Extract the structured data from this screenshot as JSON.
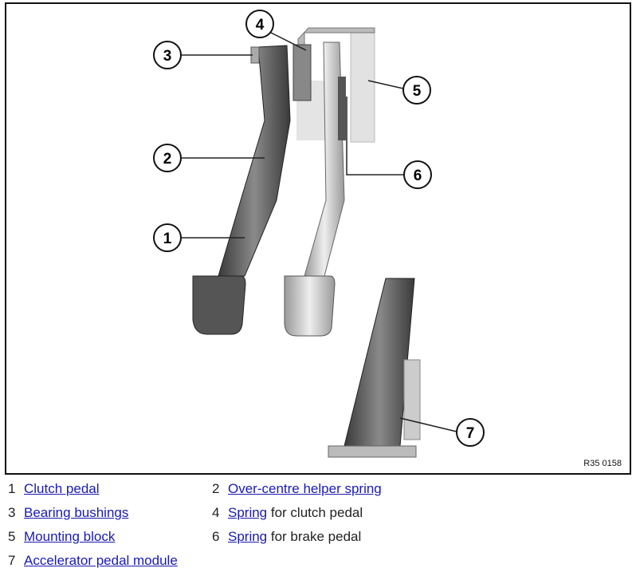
{
  "figure": {
    "reference": "R35 0158",
    "callouts": [
      "1",
      "2",
      "3",
      "4",
      "5",
      "6",
      "7"
    ]
  },
  "legend": [
    {
      "number": "1",
      "link": "Clutch pedal",
      "suffix": ""
    },
    {
      "number": "2",
      "link": "Over-centre helper spring",
      "suffix": ""
    },
    {
      "number": "3",
      "link": "Bearing bushings",
      "suffix": ""
    },
    {
      "number": "4",
      "link": "Spring",
      "suffix": " for clutch pedal"
    },
    {
      "number": "5",
      "link": "Mounting block",
      "suffix": ""
    },
    {
      "number": "6",
      "link": "Spring",
      "suffix": " for brake pedal"
    },
    {
      "number": "7",
      "link": "Accelerator pedal module",
      "suffix": ""
    }
  ]
}
